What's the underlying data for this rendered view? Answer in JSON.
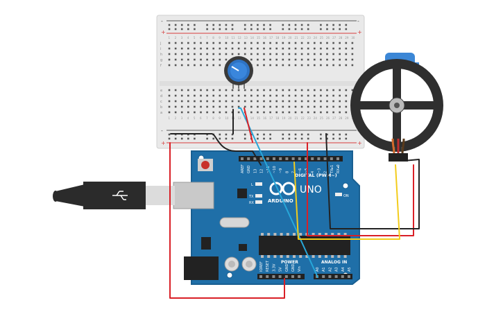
{
  "colors": {
    "board_blue": "#1f6fa8",
    "board_edge": "#195f91",
    "breadboard": "#e9e9e9",
    "wire_red": "#d91f26",
    "wire_black": "#222222",
    "wire_yellow": "#f3cc1b",
    "wire_cyan": "#27a7d9",
    "servo_blue": "#3c87d6",
    "wheel": "#2f2f2f",
    "rail_red": "#d63c3c",
    "rail_black": "#555555"
  },
  "breadboard": {
    "rail_minus": "-",
    "rail_plus": "+",
    "row_letters_top": [
      "j",
      "i",
      "h",
      "g",
      "f"
    ],
    "row_letters_bottom": [
      "e",
      "d",
      "c",
      "b",
      "a"
    ],
    "col_numbers": [
      "1",
      "2",
      "3",
      "4",
      "5",
      "6",
      "7",
      "8",
      "9",
      "10",
      "11",
      "12",
      "13",
      "14",
      "15",
      "16",
      "17",
      "18",
      "19",
      "20",
      "21",
      "22",
      "23",
      "24",
      "25",
      "26",
      "27",
      "28",
      "29",
      "30"
    ]
  },
  "arduino": {
    "logo_text": "ARDUINO",
    "model_text": "UNO",
    "digital_label": "DIGITAL (PWM~)",
    "analog_label": "ANALOG IN",
    "power_label": "POWER",
    "on_label": "ON",
    "tx_label": "TX",
    "rx_label": "RX",
    "l_label": "L",
    "top_pins": [
      "AREF",
      "GND",
      "13",
      "12",
      "~11",
      "~10",
      "~9",
      "8",
      "7",
      "~6",
      "~5",
      "4",
      "~3",
      "2",
      "TX▸1",
      "RX◂0"
    ],
    "power_pins": [
      "IOREF",
      "RESET",
      "3.3V",
      "5V",
      "GND",
      "GND",
      "Vin"
    ],
    "analog_pins": [
      "A0",
      "A1",
      "A2",
      "A3",
      "A4",
      "A5"
    ]
  },
  "components": {
    "potentiometer": "potentiometer",
    "servo": "micro-servo",
    "usb": "usb-cable"
  }
}
